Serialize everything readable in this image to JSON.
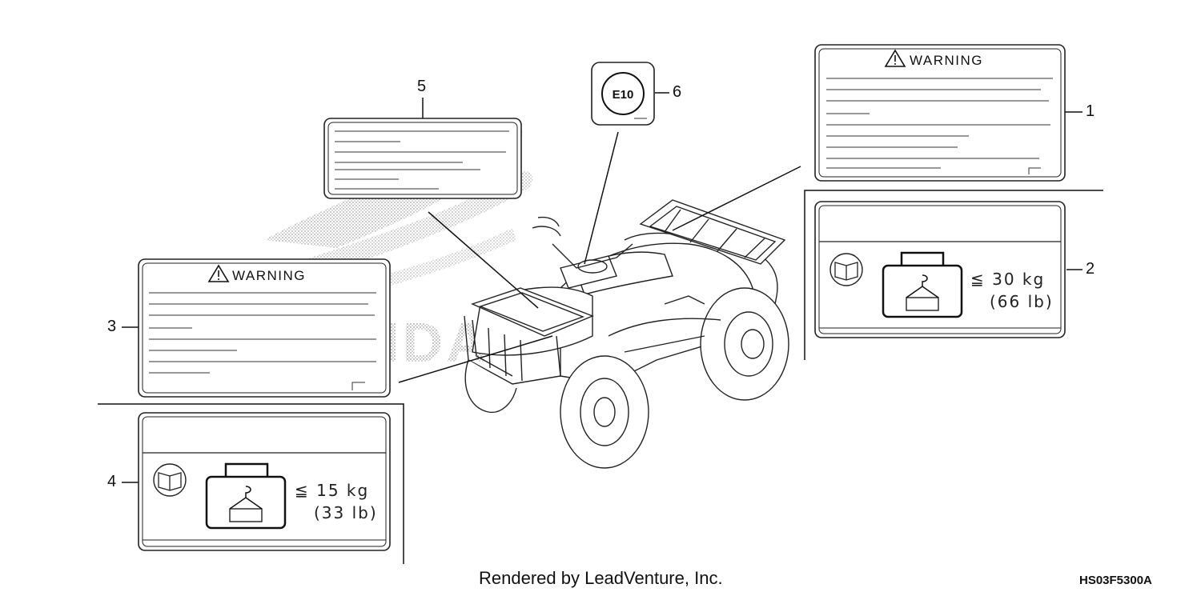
{
  "labels": {
    "warning_1": "WARNING",
    "warning_3": "WARNING",
    "e10": "E10",
    "capacity_rear": {
      "line1": "≦ 30 kg",
      "line2": "(66 lb)"
    },
    "capacity_front": {
      "line1": "≦ 15 kg",
      "line2": "(33 lb)"
    }
  },
  "callouts": [
    "1",
    "2",
    "3",
    "4",
    "5",
    "6"
  ],
  "watermark": "HONDA",
  "footer": {
    "credit": "Rendered by LeadVenture, Inc.",
    "code": "HS03F5300A"
  },
  "icons": [
    "warning-triangle-icon",
    "manual-book-icon",
    "cargo-bag-icon",
    "atv-illustration"
  ]
}
